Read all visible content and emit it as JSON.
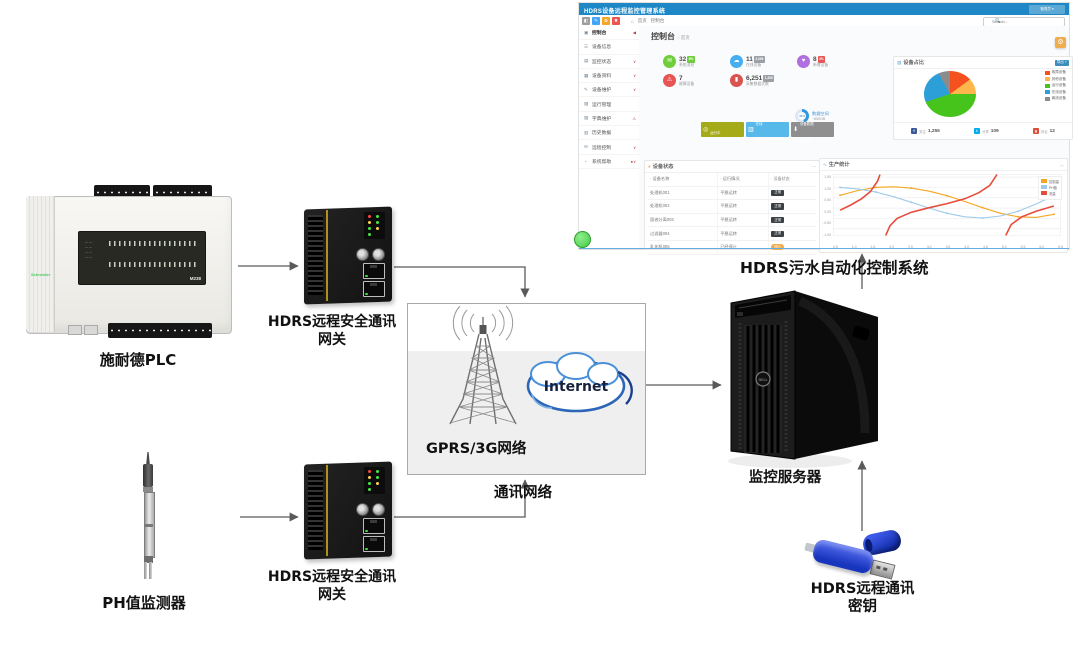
{
  "diagram": {
    "plc": {
      "label": "施耐德PLC",
      "brand": "Schneider",
      "model": "M238"
    },
    "ph_sensor": {
      "label": "PH值监测器"
    },
    "gateway_top": {
      "label_line1": "HDRS远程安全通讯",
      "label_line2": "网关"
    },
    "gateway_bottom": {
      "label_line1": "HDRS远程安全通讯",
      "label_line2": "网关"
    },
    "network_box": {
      "label": "GPRS/3G网络",
      "internet": "Internet"
    },
    "comm_network_label": "通讯网络",
    "server": {
      "label": "监控服务器",
      "brand": "DELL"
    },
    "usb_key": {
      "label_line1": "HDRS远程通讯",
      "label_line2": "密钥"
    },
    "system_caption": "HDRS污水自动化控制系统"
  },
  "dashboard": {
    "title": "HDRS设备远程监控管理系统",
    "user_menu": "管理员 ▾",
    "breadcrumb_home": "首页",
    "breadcrumb_current": "控制台",
    "search_placeholder": "Search...",
    "search_icon": "🔍",
    "page_title": "控制台",
    "page_subtitle": "- 首页",
    "gear_icon": "⚙",
    "app_buttons": [
      {
        "icon": "◧",
        "color": "#9e9e9e"
      },
      {
        "icon": "✎",
        "color": "#42a5f5"
      },
      {
        "icon": "✿",
        "color": "#f5a623"
      },
      {
        "icon": "✖",
        "color": "#ef5350"
      }
    ],
    "sidebar": [
      {
        "icon": "▣",
        "label": "控制台",
        "suffix": "◀",
        "state": "active"
      },
      {
        "icon": "☰",
        "label": "设备信息",
        "suffix": "",
        "state": ""
      },
      {
        "icon": "▤",
        "label": "监控状态",
        "suffix": "∨",
        "state": ""
      },
      {
        "icon": "▦",
        "label": "设备资料",
        "suffix": "∨",
        "state": ""
      },
      {
        "icon": "✎",
        "label": "设备维护",
        "suffix": "∨",
        "state": ""
      },
      {
        "icon": "▧",
        "label": "运行管理",
        "suffix": "",
        "state": ""
      },
      {
        "icon": "▨",
        "label": "字典维护",
        "suffix": "⚠",
        "state": ""
      },
      {
        "icon": "▥",
        "label": "历史数据",
        "suffix": "",
        "state": ""
      },
      {
        "icon": "✉",
        "label": "远程控制",
        "suffix": "∨",
        "state": ""
      },
      {
        "icon": "◔",
        "label": "系统帮助",
        "suffix": "●∨",
        "state": ""
      }
    ],
    "stats_row1": [
      {
        "icon": "✉",
        "value": "32",
        "label": "系统消息",
        "color": "#6fce3a",
        "badge": "6%",
        "badge_color": "#6fce3a"
      },
      {
        "icon": "☁",
        "value": "11",
        "label": "在线设备",
        "color": "#45aef0",
        "badge": "2,096",
        "badge_color": "#9aa0a6"
      },
      {
        "icon": "♥",
        "value": "8",
        "label": "新增设备",
        "color": "#b06ee0",
        "badge": "3%",
        "badge_color": "#e65454"
      }
    ],
    "stats_row2": [
      {
        "icon": "⚠",
        "value": "7",
        "label": "故障设备",
        "color": "#e65454",
        "badge": "",
        "badge_color": ""
      },
      {
        "icon": "▮",
        "value": "6,251",
        "label": "采集数据次数",
        "color": "#d9534f",
        "badge": "1,205",
        "badge_color": "#9aa0a6"
      }
    ],
    "donut": {
      "percent": "45%",
      "label": "数据空间",
      "sub": "~850GB",
      "color": "#3598dc"
    },
    "tiles": [
      {
        "label": "运行中",
        "value": "",
        "color": "#a5aa18",
        "icon": "◎"
      },
      {
        "label": "在线",
        "value": "121",
        "color": "#57b8ea",
        "icon": "▥"
      },
      {
        "label": "设备数据",
        "value": "1.2W",
        "color": "#8f8f8f",
        "icon": "⬇"
      }
    ],
    "pie_panel": {
      "title": "设备占比",
      "button": "导出 +",
      "socials": [
        {
          "icon": "f",
          "color": "#3b5998",
          "label": "关注",
          "value": "1,255"
        },
        {
          "icon": "t",
          "color": "#00acee",
          "label": "分享",
          "value": "109"
        },
        {
          "icon": "g",
          "color": "#dd4b39",
          "label": "评论",
          "value": "12"
        }
      ]
    },
    "status_panel": {
      "title": "设备状态",
      "collapse": "—",
      "headers": [
        "· 设备名称",
        "· 运行情况",
        "· 设备状态"
      ],
      "rows": [
        {
          "name": "处理机001",
          "status": "平稳运转",
          "badge": "正常",
          "type": "dark"
        },
        {
          "name": "处理机002",
          "status": "平稳运转",
          "badge": "正常",
          "type": "dark"
        },
        {
          "name": "固液分离003",
          "status": "平稳运转",
          "badge": "正常",
          "type": "dark"
        },
        {
          "name": "过滤器004",
          "status": "平稳运转",
          "badge": "正常",
          "type": "dark"
        },
        {
          "name": "乳化机005",
          "status": "已经停止",
          "badge": "停止",
          "type": "orange"
        }
      ]
    },
    "line_panel": {
      "title": "生产统计",
      "collapse": "︿"
    }
  },
  "chart_data": [
    {
      "type": "pie",
      "title": "设备占比",
      "legend_position": "right",
      "slices": [
        {
          "label": "故障设备",
          "value": 15,
          "color": "#f4511e"
        },
        {
          "label": "其他设备",
          "value": 10,
          "color": "#ffb74d"
        },
        {
          "label": "运行设备",
          "value": 45,
          "color": "#47c41c"
        },
        {
          "label": "在线设备",
          "value": 22,
          "color": "#2d9fd8"
        },
        {
          "label": "离线设备",
          "value": 8,
          "color": "#8c8c8c"
        }
      ]
    },
    {
      "type": "line",
      "title": "生产统计",
      "xlim": [
        0.3,
        6.7
      ],
      "ylim": [
        -1.35,
        1.65
      ],
      "x_ticks": [
        "0.5",
        "1.0",
        "1.5",
        "2.0",
        "2.5",
        "3.0",
        "3.5",
        "4.0",
        "4.5",
        "5.0",
        "5.5",
        "6.0",
        "6.5"
      ],
      "y_ticks": [
        "1.50",
        "1.00",
        "0.50",
        "0.00",
        "-0.50",
        "-1.00"
      ],
      "grid": true,
      "legend_position": "top-right",
      "series": [
        {
          "name": "控制量",
          "color": "#f5a623",
          "segments": [
            [
              [
                0.5,
                0.62
              ],
              [
                1.0,
                0.85
              ],
              [
                1.5,
                1.0
              ],
              [
                2.0,
                1.03
              ],
              [
                2.5,
                0.97
              ],
              [
                3.0,
                0.82
              ],
              [
                3.5,
                0.6
              ],
              [
                4.0,
                0.32
              ],
              [
                4.5,
                0.02
              ],
              [
                5.0,
                -0.25
              ],
              [
                5.5,
                -0.42
              ],
              [
                6.0,
                -0.45
              ],
              [
                6.5,
                -0.3
              ]
            ]
          ]
        },
        {
          "name": "PH值",
          "color": "#9ecae9",
          "segments": [
            [
              [
                0.5,
                1.0
              ],
              [
                1.0,
                0.93
              ],
              [
                1.5,
                0.78
              ],
              [
                2.0,
                0.55
              ],
              [
                2.5,
                0.28
              ],
              [
                3.0,
                0.0
              ],
              [
                3.5,
                -0.25
              ],
              [
                4.0,
                -0.42
              ],
              [
                4.5,
                -0.48
              ],
              [
                5.0,
                -0.38
              ],
              [
                5.5,
                -0.15
              ],
              [
                6.0,
                0.2
              ],
              [
                6.5,
                0.6
              ]
            ]
          ]
        },
        {
          "name": "流量",
          "color": "#e64c3c",
          "segments": [
            [
              [
                0.5,
                -0.1
              ],
              [
                0.8,
                0.15
              ],
              [
                1.1,
                0.45
              ],
              [
                1.35,
                0.8
              ],
              [
                1.55,
                1.3
              ],
              [
                1.62,
                1.62
              ]
            ],
            [
              [
                1.78,
                -1.32
              ],
              [
                1.9,
                -0.85
              ],
              [
                2.1,
                -0.5
              ],
              [
                2.5,
                -0.2
              ],
              [
                3.0,
                0.02
              ],
              [
                3.5,
                0.22
              ],
              [
                4.0,
                0.45
              ],
              [
                4.4,
                0.75
              ],
              [
                4.7,
                1.1
              ],
              [
                4.9,
                1.62
              ]
            ],
            [
              [
                5.15,
                -1.32
              ],
              [
                5.3,
                -0.8
              ],
              [
                5.6,
                -0.42
              ],
              [
                6.0,
                -0.15
              ],
              [
                6.5,
                0.1
              ]
            ]
          ]
        }
      ]
    }
  ]
}
